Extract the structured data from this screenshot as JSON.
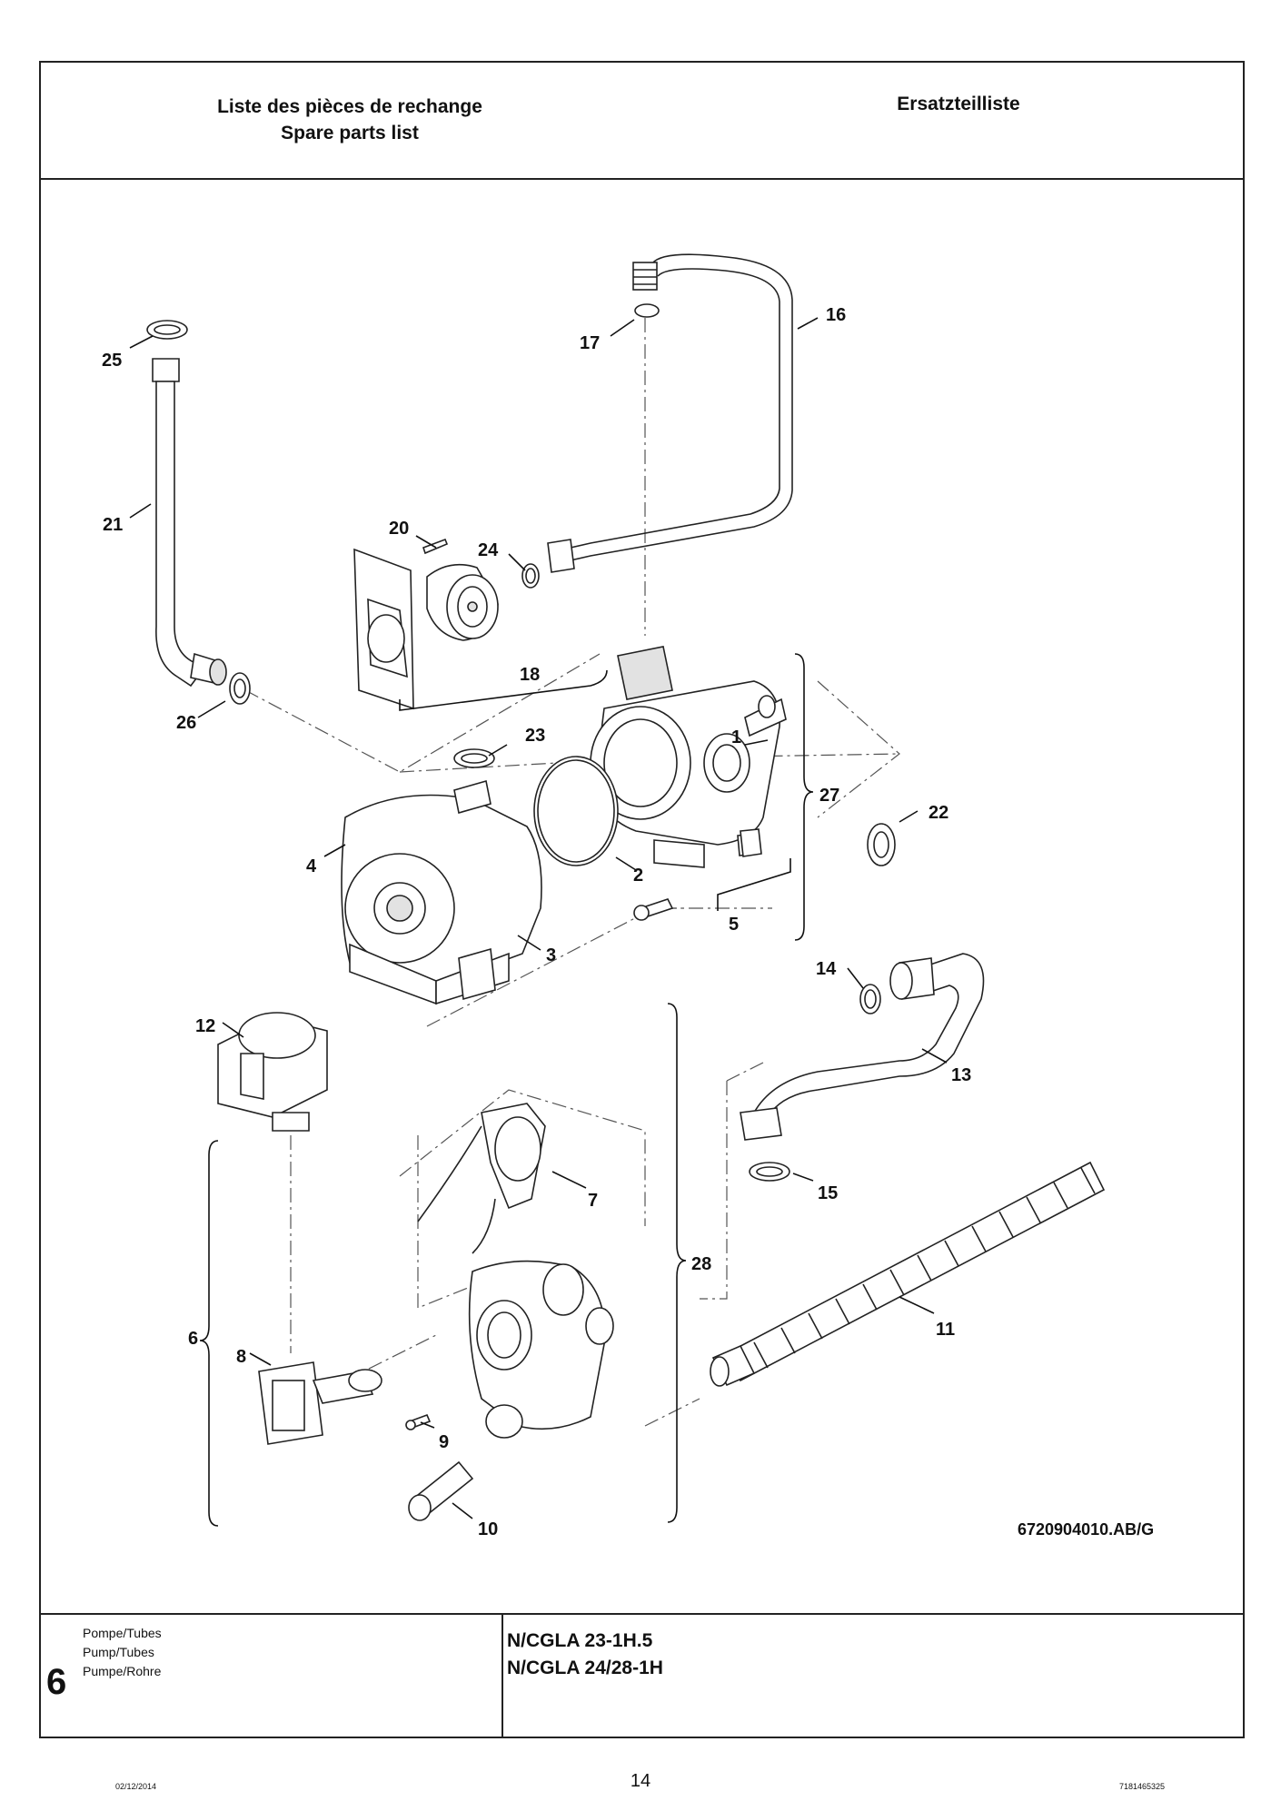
{
  "header": {
    "title_fr": "Liste des pièces de rechange",
    "title_en": "Spare parts list",
    "title_de": "Ersatzteilliste"
  },
  "footer": {
    "section_number": "6",
    "section_fr": "Pompe/Tubes",
    "section_en": "Pump/Tubes",
    "section_de": "Pumpe/Rohre",
    "model_1": "N/CGLA 23-1H.5",
    "model_2": "N/CGLA 24/28-1H"
  },
  "drawing": {
    "reference": "6720904010.AB/G",
    "labels": [
      "1",
      "2",
      "3",
      "4",
      "5",
      "6",
      "7",
      "8",
      "9",
      "10",
      "11",
      "12",
      "13",
      "14",
      "15",
      "16",
      "17",
      "18",
      "20",
      "21",
      "22",
      "23",
      "24",
      "25",
      "26",
      "27",
      "28"
    ]
  },
  "page": {
    "number": "14",
    "date": "02/12/2014",
    "doc_number": "7181465325"
  }
}
